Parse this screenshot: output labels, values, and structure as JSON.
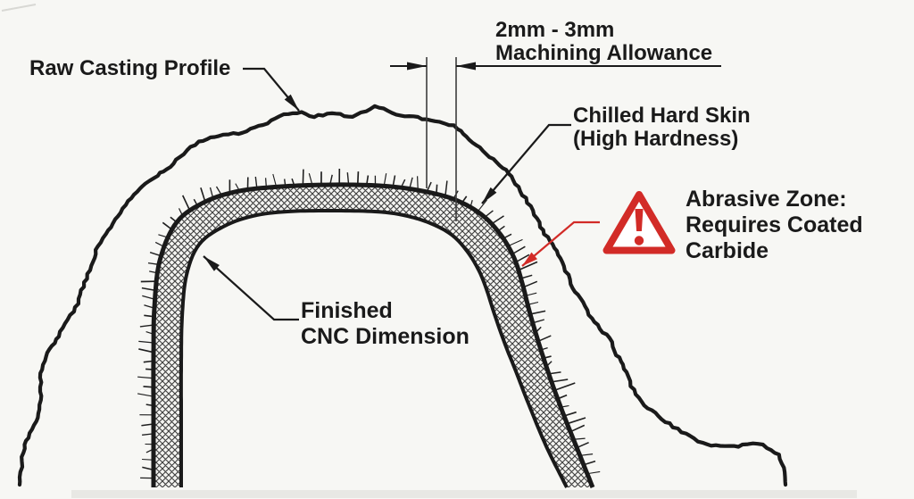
{
  "diagram": {
    "title_hint": "Casting machining allowance cross-section diagram",
    "labels": {
      "raw_casting_profile": "Raw Casting Profile",
      "allowance_line1": "2mm - 3mm",
      "allowance_line2": "Machining Allowance",
      "chilled_line1": "Chilled Hard Skin",
      "chilled_line2": "(High Hardness)",
      "abrasive_line1": "Abrasive Zone:",
      "abrasive_line2": "Requires Coated",
      "abrasive_line3": "Carbide",
      "finished_line1": "Finished",
      "finished_line2": "CNC Dimension"
    },
    "icons": {
      "warning": "warning-triangle-icon"
    },
    "colors": {
      "ink": "#1a1a1a",
      "warning_red": "#d22b27",
      "background": "#f7f7f4"
    }
  }
}
